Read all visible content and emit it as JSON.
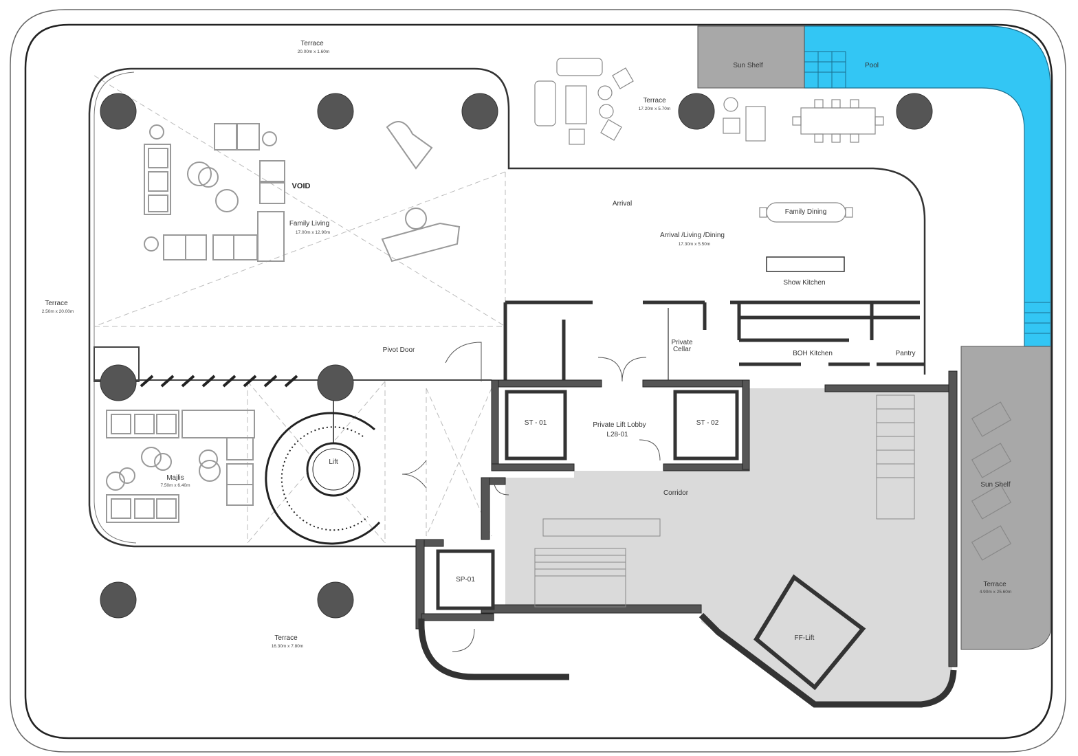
{
  "rooms": {
    "terrace_top": {
      "name": "Terrace",
      "dims": "20.00m x 1.60m"
    },
    "terrace_top_right": {
      "name": "Terrace",
      "dims": "17.20m x 5.70m"
    },
    "terrace_left": {
      "name": "Terrace",
      "dims": "2.50m x 20.00m"
    },
    "terrace_bottom": {
      "name": "Terrace",
      "dims": "16.30m x 7.80m"
    },
    "terrace_right": {
      "name": "Terrace",
      "dims": "4.90m x 25.60m"
    },
    "sun_shelf_top": {
      "name": "Sun Shelf"
    },
    "pool": {
      "name": "Pool"
    },
    "sun_shelf_right": {
      "name": "Sun Shelf"
    },
    "void": {
      "name": "VOID"
    },
    "family_living": {
      "name": "Family Living",
      "dims": "17.00m x 12.90m"
    },
    "arrival": {
      "name": "Arrival"
    },
    "arrival_living_dining": {
      "name": "Arrival /Living /Dining",
      "dims": "17.30m x 5.50m"
    },
    "family_dining": {
      "name": "Family Dining"
    },
    "show_kitchen": {
      "name": "Show Kitchen"
    },
    "private_cellar": {
      "name": "Private Cellar"
    },
    "boh_kitchen": {
      "name": "BOH Kitchen"
    },
    "pantry": {
      "name": "Pantry"
    },
    "pivot_door": {
      "name": "Pivot Door"
    },
    "st01": {
      "name": "ST - 01"
    },
    "st02": {
      "name": "ST - 02"
    },
    "private_lift_lobby": {
      "name": "Private Lift Lobby",
      "code": "L28-01"
    },
    "lift": {
      "name": "Lift"
    },
    "majlis": {
      "name": "Majlis",
      "dims": "7.50m x 6.40m"
    },
    "corridor": {
      "name": "Corridor"
    },
    "sp01": {
      "name": "SP-01"
    },
    "ff_lift": {
      "name": "FF-Lift"
    }
  },
  "colors": {
    "wall": "#3c3c3c",
    "column": "#555555",
    "pool": "#33c6f4",
    "sun_shelf": "#a8a8a8",
    "service_zone": "#dadada",
    "furniture": "#8c8c8c",
    "line": "#555555"
  }
}
